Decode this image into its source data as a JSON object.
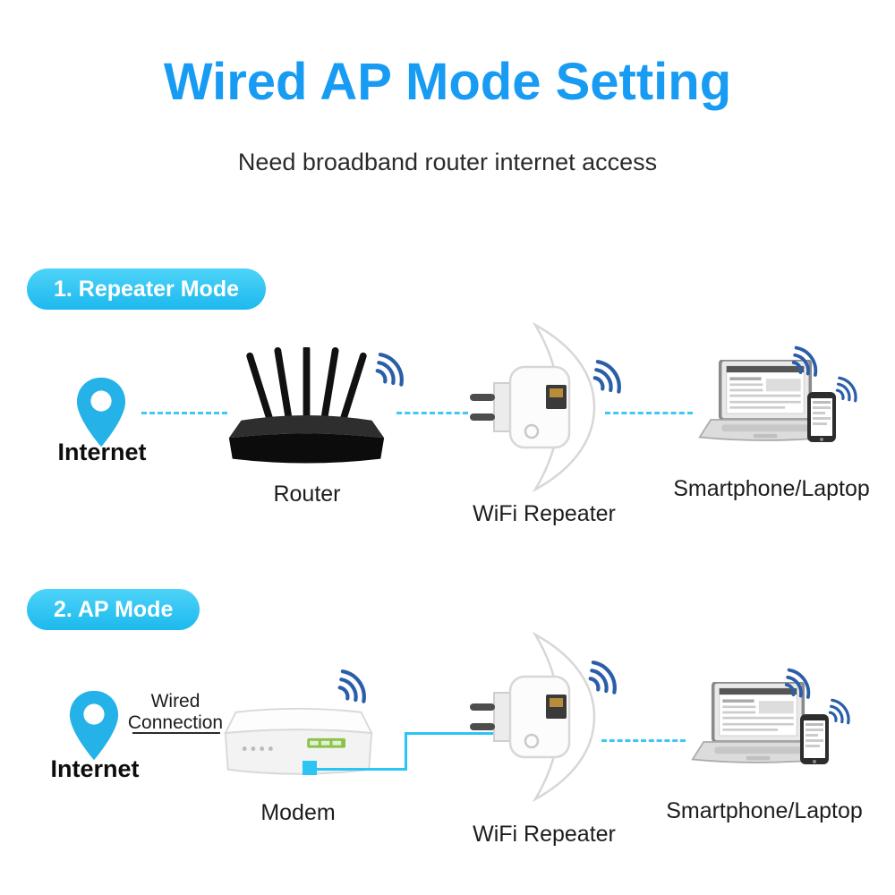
{
  "title": "Wired AP Mode Setting",
  "subtitle": "Need broadband router internet access",
  "colors": {
    "title_text": "#189BF2",
    "section_pill": "#2CC3F2",
    "connection_line": "#3FC8F2",
    "pin": "#25B2E8",
    "wifi_waves": "#2B5EA8"
  },
  "icons": {
    "internet": "location-pin-icon",
    "wireless": "wifi-signal-icon"
  },
  "sections": [
    {
      "heading": "1. Repeater Mode",
      "labels": {
        "internet": "Internet",
        "router": "Router",
        "repeater": "WiFi Repeater",
        "client": "Smartphone/Laptop"
      }
    },
    {
      "heading": "2. AP Mode",
      "labels": {
        "internet": "Internet",
        "wired_connection": "Wired Connection",
        "modem": "Modem",
        "repeater": "WiFi Repeater",
        "client": "Smartphone/Laptop"
      }
    }
  ]
}
